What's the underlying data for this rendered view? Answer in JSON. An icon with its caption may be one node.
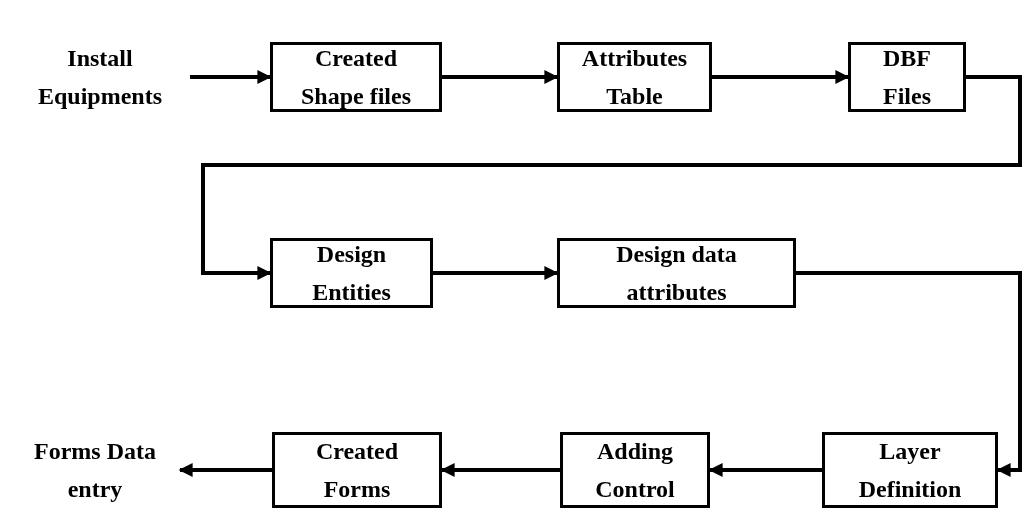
{
  "diagram": {
    "nodes": [
      {
        "text": [
          "Install Equipments"
        ]
      },
      {
        "text": [
          "Created Shape files"
        ]
      },
      {
        "text": [
          "Attributes Table"
        ]
      },
      {
        "text": [
          "DBF Files"
        ]
      },
      {
        "text": [
          "Design Entities"
        ]
      },
      {
        "text": [
          "Design data attributes"
        ]
      },
      {
        "text": [
          "Forms Data entry"
        ]
      },
      {
        "text": [
          "Created Forms"
        ]
      },
      {
        "text": [
          "Adding Control"
        ]
      },
      {
        "text": [
          "Layer Definition"
        ]
      }
    ],
    "edges": [
      {
        "from": 0,
        "to": 1,
        "arrow": "to"
      },
      {
        "from": 1,
        "to": 2,
        "arrow": "to"
      },
      {
        "from": 2,
        "to": 3,
        "arrow": "to"
      },
      {
        "from": 3,
        "to": 4,
        "arrow": "to"
      },
      {
        "from": 4,
        "to": 5,
        "arrow": "to"
      },
      {
        "from": 5,
        "to": 9,
        "arrow": "to"
      },
      {
        "from": 9,
        "to": 8,
        "arrow": "to"
      },
      {
        "from": 8,
        "to": 7,
        "arrow": "to"
      },
      {
        "from": 7,
        "to": 6,
        "arrow": "to"
      }
    ]
  }
}
